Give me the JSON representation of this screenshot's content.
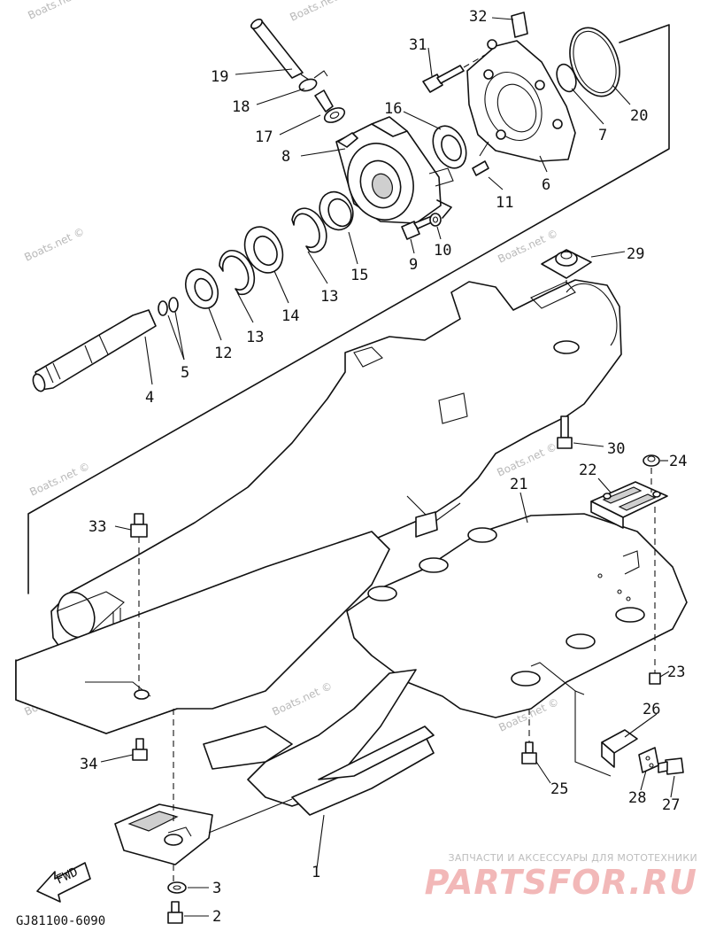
{
  "diagram": {
    "drawing_code": "GJ81100-6090",
    "fwd_label": "FWD",
    "watermark": "Boats.net ©",
    "part_labels": {
      "p1": "1",
      "p2": "2",
      "p3": "3",
      "p4": "4",
      "p5": "5",
      "p6": "6",
      "p7": "7",
      "p8": "8",
      "p9": "9",
      "p10": "10",
      "p11": "11",
      "p12": "12",
      "p13a": "13",
      "p13b": "13",
      "p14": "14",
      "p15": "15",
      "p16": "16",
      "p17": "17",
      "p18": "18",
      "p19": "19",
      "p20": "20",
      "p21": "21",
      "p22": "22",
      "p23": "23",
      "p24": "24",
      "p25": "25",
      "p26": "26",
      "p27": "27",
      "p28": "28",
      "p29": "29",
      "p30": "30",
      "p31": "31",
      "p32": "32",
      "p33": "33",
      "p34": "34"
    }
  },
  "branding": {
    "tagline": "ЗАПЧАСТИ И АКСЕССУАРЫ ДЛЯ МОТОТЕХНИКИ",
    "logo": "PARTSFOR.RU"
  }
}
